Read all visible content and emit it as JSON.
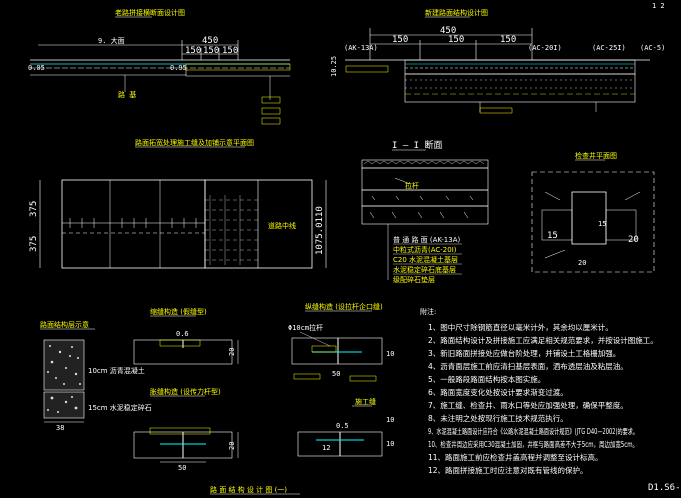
{
  "sheet": {
    "title": "路 面 结 构 设 计 图 (一)",
    "drawing_no": "D1.S6-",
    "corner_mark": "1  2"
  },
  "views": {
    "top_left": {
      "title": "老路拼接横断面设计图",
      "dim_total": "450",
      "dim_parts": [
        "150",
        "150",
        "150"
      ],
      "side_a": "0.05",
      "side_b": "0.95"
    },
    "top_right": {
      "title": "新建路面结构设计图",
      "dim_total": "450",
      "dim_parts": [
        "150",
        "150",
        "150"
      ],
      "layer_labels": [
        "(AK-13A)",
        "(AC-20I)",
        "(AC-25I)",
        "(AC-5)"
      ],
      "left_dim": "10.25"
    },
    "middle_left": {
      "title": "路面拓宽处理施工缝及加铺示意平面图",
      "dim_375a": "375",
      "dim_375b": "375",
      "dim_vertical": "1075.0110",
      "side_label": "道路中线"
    },
    "middle_center": {
      "title": "I — I 断面",
      "legend": [
        "普 通 路 面 (AK-13A)",
        "中粒式沥青(AC-20I)",
        "C20 水泥混凝土基层",
        "水泥稳定碎石底基层",
        "级配碎石垫层"
      ]
    },
    "middle_right": {
      "title": "检查井平面图",
      "dims": [
        "15",
        "20",
        "15",
        "20"
      ]
    },
    "bottom_left": {
      "title": "路面结构层示意",
      "labels": [
        "10cm 沥青混凝土",
        "15cm 水泥稳定碎石"
      ],
      "dim": "38"
    },
    "bottom_c1": {
      "title": "缩缝构造 (假缝型)",
      "dims": [
        "0.6",
        "20"
      ]
    },
    "bottom_c2": {
      "title": "胀缝构造 (设传力杆型)",
      "dims": [
        "50",
        "20"
      ]
    },
    "bottom_c3": {
      "title": "纵缝构造 (设拉杆企口缝)",
      "dims": [
        "Φ10cm拉杆",
        "50",
        "10"
      ]
    },
    "bottom_c4": {
      "title": "施工缝",
      "dims": [
        "0.5",
        "12",
        "10",
        "10"
      ]
    }
  },
  "notes": {
    "heading": "附注:",
    "items": [
      "1、图中尺寸除钢筋直径以毫米计外，其余均以厘米计。",
      "2、路面结构设计及拼接施工应满足相关规范要求，并按设计图施工。",
      "3、新旧路面拼接处应做台阶处理，并铺设土工格栅加强。",
      "4、沥青面层施工前应清扫基层表面，洒布透层油及粘层油。",
      "5、一般路段路面结构按本图实施。",
      "6、路面宽度变化处按设计要求渐变过渡。",
      "7、施工缝、检查井、雨水口等处应加强处理，确保平整度。",
      "8、未注明之处按现行施工技术规范执行。",
      "9、水泥混凝土路面设计应符合《公路水泥混凝土路面设计规范》(JTG D40—2002)的要求。",
      "10、检查井周边应采用C30混凝土加固，井框与路面高差不大于5cm，周边加宽5cm。",
      "11、路面施工前应检查井盖高程并调整至设计标高。",
      "12、路面拼接施工时应注意对既有管线的保护。"
    ]
  }
}
